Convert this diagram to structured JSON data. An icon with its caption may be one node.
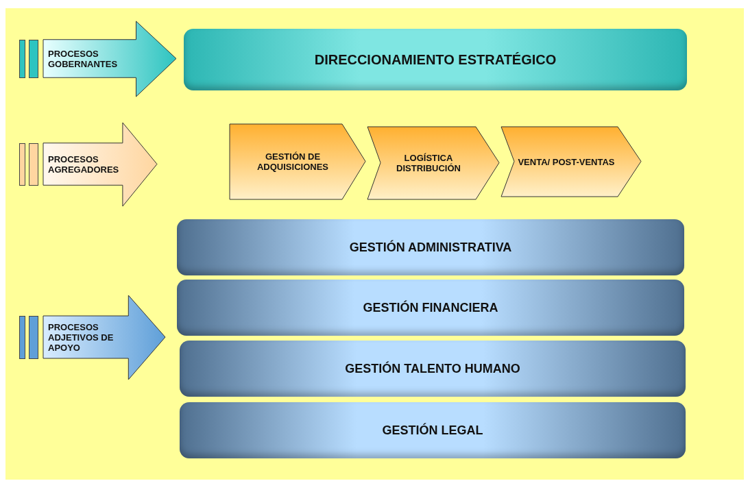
{
  "diagram": {
    "nodes": [
      {
        "text": [
          "PROCESOS GOBERNANTES"
        ]
      },
      {
        "text": [
          "DIRECCIONAMIENTO ESTRATÉGICO"
        ]
      },
      {
        "text": [
          "PROCESOS AGREGADORES"
        ]
      },
      {
        "text": [
          "GESTIÓN DE ADQUISICIONES"
        ]
      },
      {
        "text": [
          "LOGÍSTICA DISTRIBUCIÓN"
        ]
      },
      {
        "text": [
          "VENTA/ POST-VENTAS"
        ]
      },
      {
        "text": [
          "GESTIÓN ADMINISTRATIVA"
        ]
      },
      {
        "text": [
          "GESTIÓN FINANCIERA"
        ]
      },
      {
        "text": [
          "PROCESOS ADJETIVOS DE APOYO"
        ]
      },
      {
        "text": [
          "GESTIÓN TALENTO HUMANO"
        ]
      },
      {
        "text": [
          "GESTIÓN LEGAL"
        ]
      }
    ]
  }
}
